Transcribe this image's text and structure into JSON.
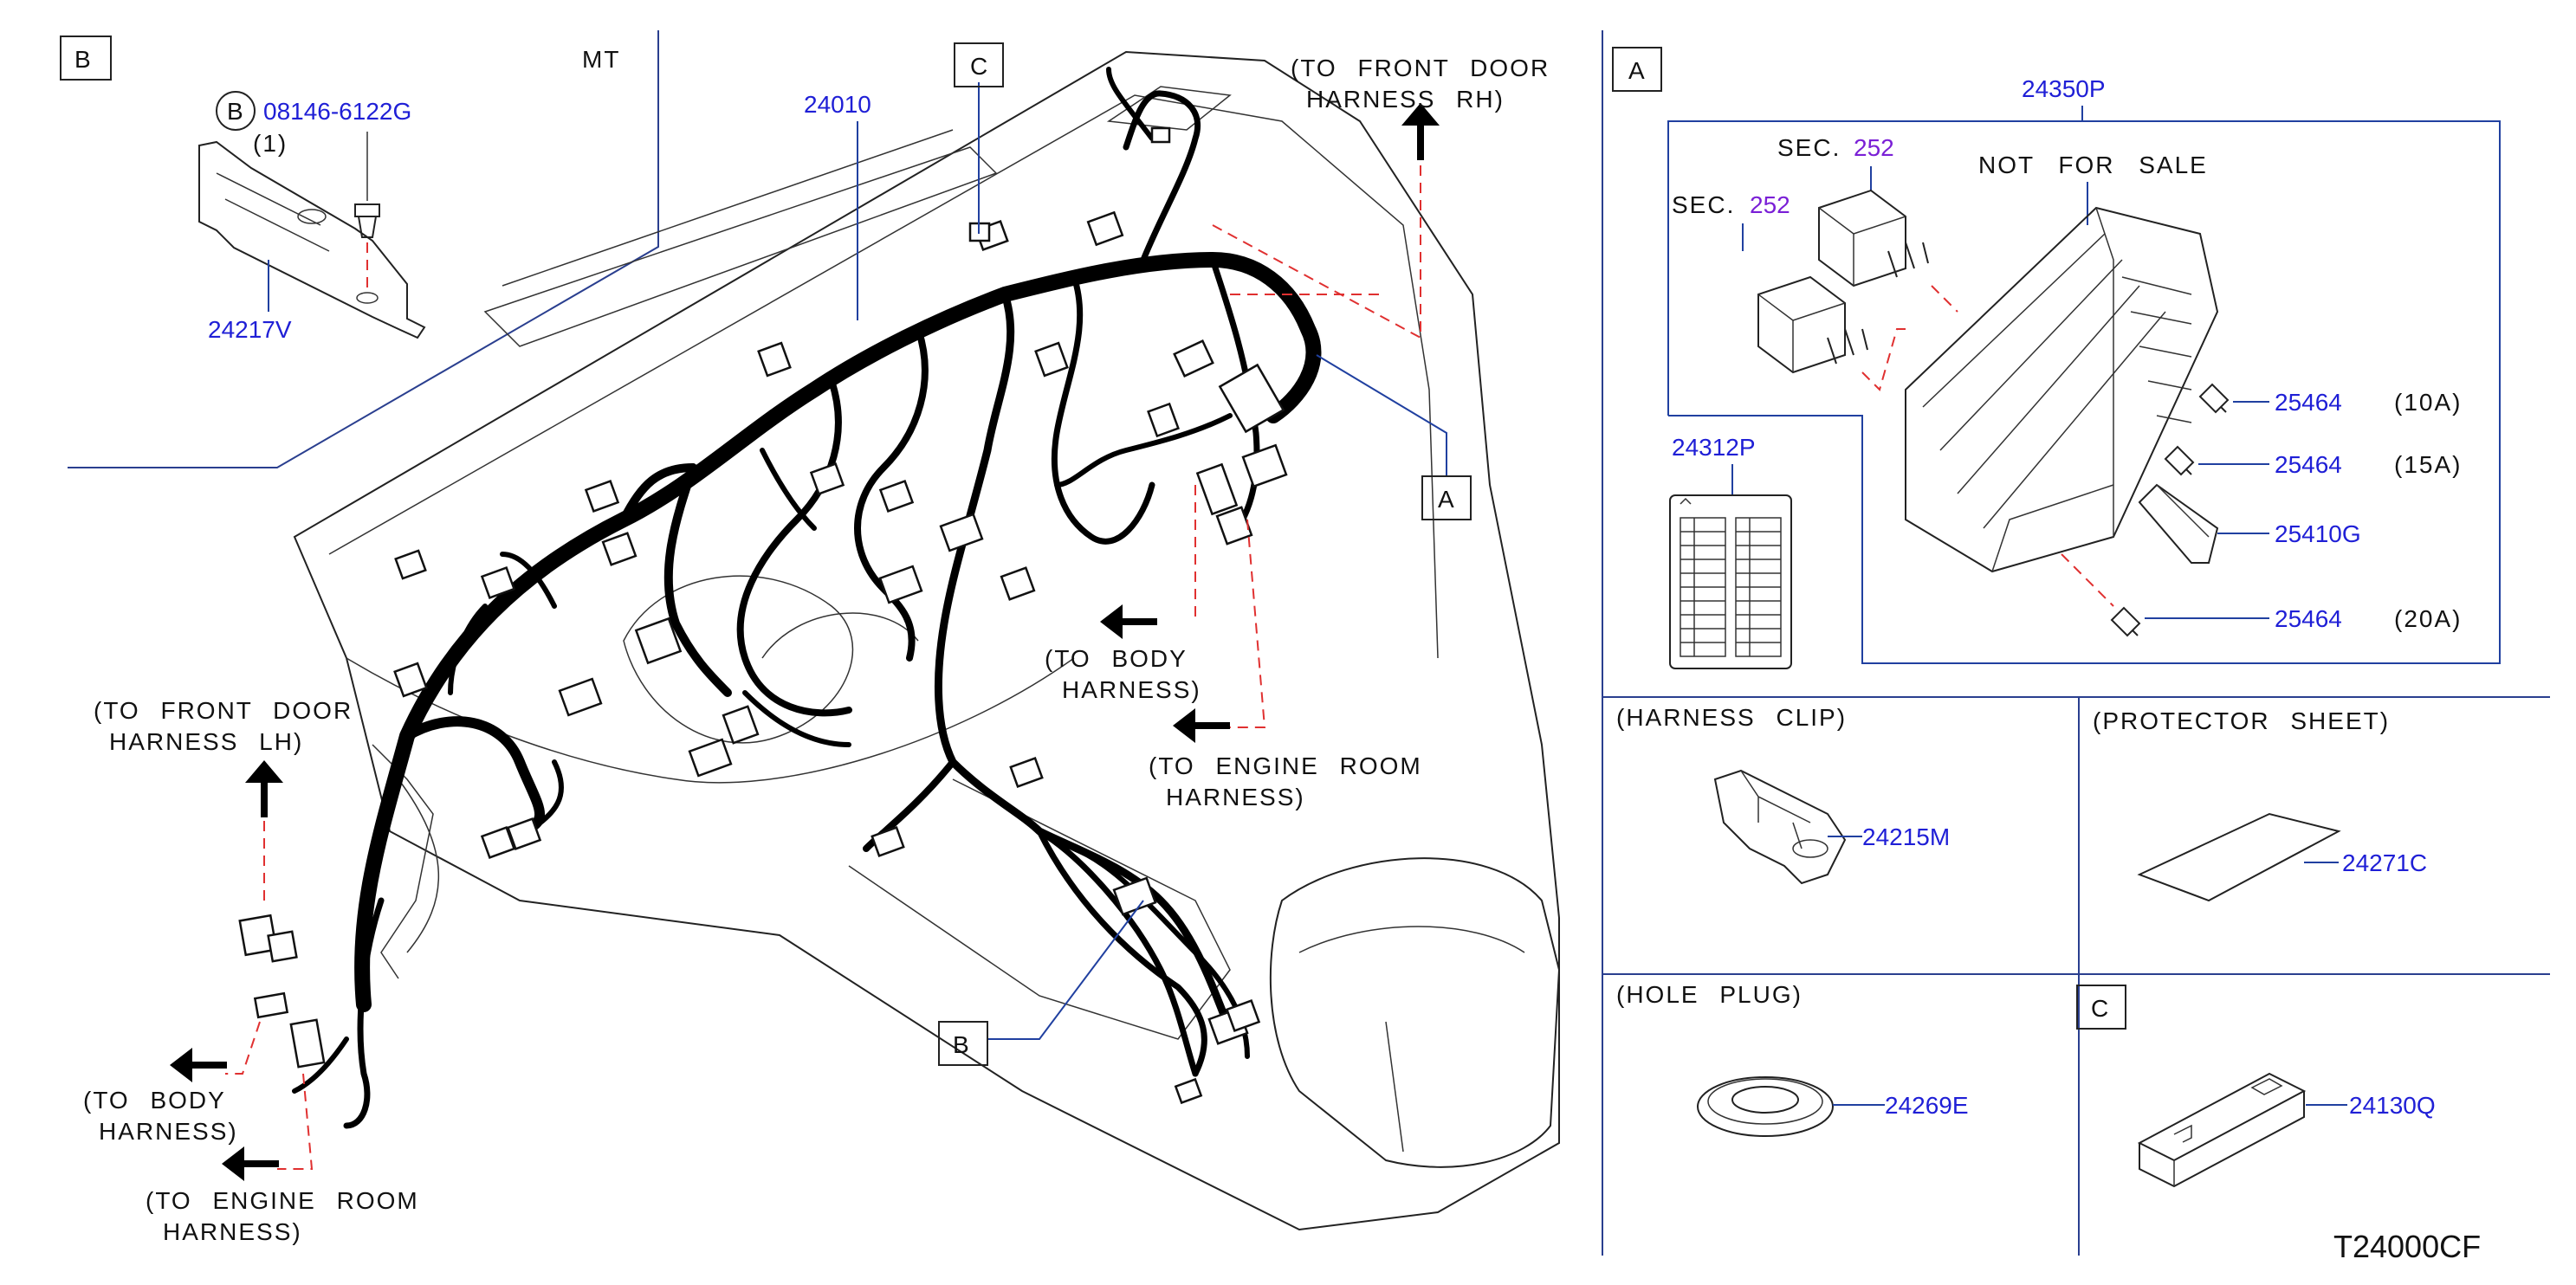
{
  "diagram_code": "T24000CF",
  "section_b": {
    "letter": "B",
    "model": "MT",
    "bolt_circle_letter": "B",
    "bolt_part": "08146-6122G",
    "bolt_qty": "(1)",
    "bracket_part": "24217V"
  },
  "main": {
    "harness_part": "24010",
    "callout_c": "C",
    "callout_a": "A",
    "callout_b": "B",
    "front_door_rh_line1": "(TO FRONT DOOR",
    "front_door_rh_line2": "HARNESS RH)",
    "front_door_lh_line1": "(TO FRONT DOOR",
    "front_door_lh_line2": "HARNESS LH)",
    "body_right_line1": "(TO BODY",
    "body_right_line2": "HARNESS)",
    "engine_right_line1": "(TO ENGINE ROOM",
    "engine_right_line2": "HARNESS)",
    "body_left_line1": "(TO BODY",
    "body_left_line2": "HARNESS)",
    "engine_left_line1": "(TO ENGINE ROOM",
    "engine_left_line2": "HARNESS)"
  },
  "section_a": {
    "letter": "A",
    "fuse_block_part": "24350P",
    "sec_label_1": "SEC.",
    "sec_num_1": "252",
    "sec_label_2": "SEC.",
    "sec_num_2": "252",
    "not_for_sale": "NOT FOR SALE",
    "label_part": "24312P",
    "fuses": [
      {
        "part": "25464",
        "rating": "(10A)"
      },
      {
        "part": "25464",
        "rating": "(15A)"
      },
      {
        "part": "25410G",
        "rating": ""
      },
      {
        "part": "25464",
        "rating": "(20A)"
      }
    ]
  },
  "harness_clip": {
    "title": "(HARNESS CLIP)",
    "part": "24215M"
  },
  "protector_sheet": {
    "title": "(PROTECTOR SHEET)",
    "part": "24271C"
  },
  "hole_plug": {
    "title": "(HOLE PLUG)",
    "part": "24269E"
  },
  "section_c": {
    "letter": "C",
    "part": "24130Q"
  }
}
